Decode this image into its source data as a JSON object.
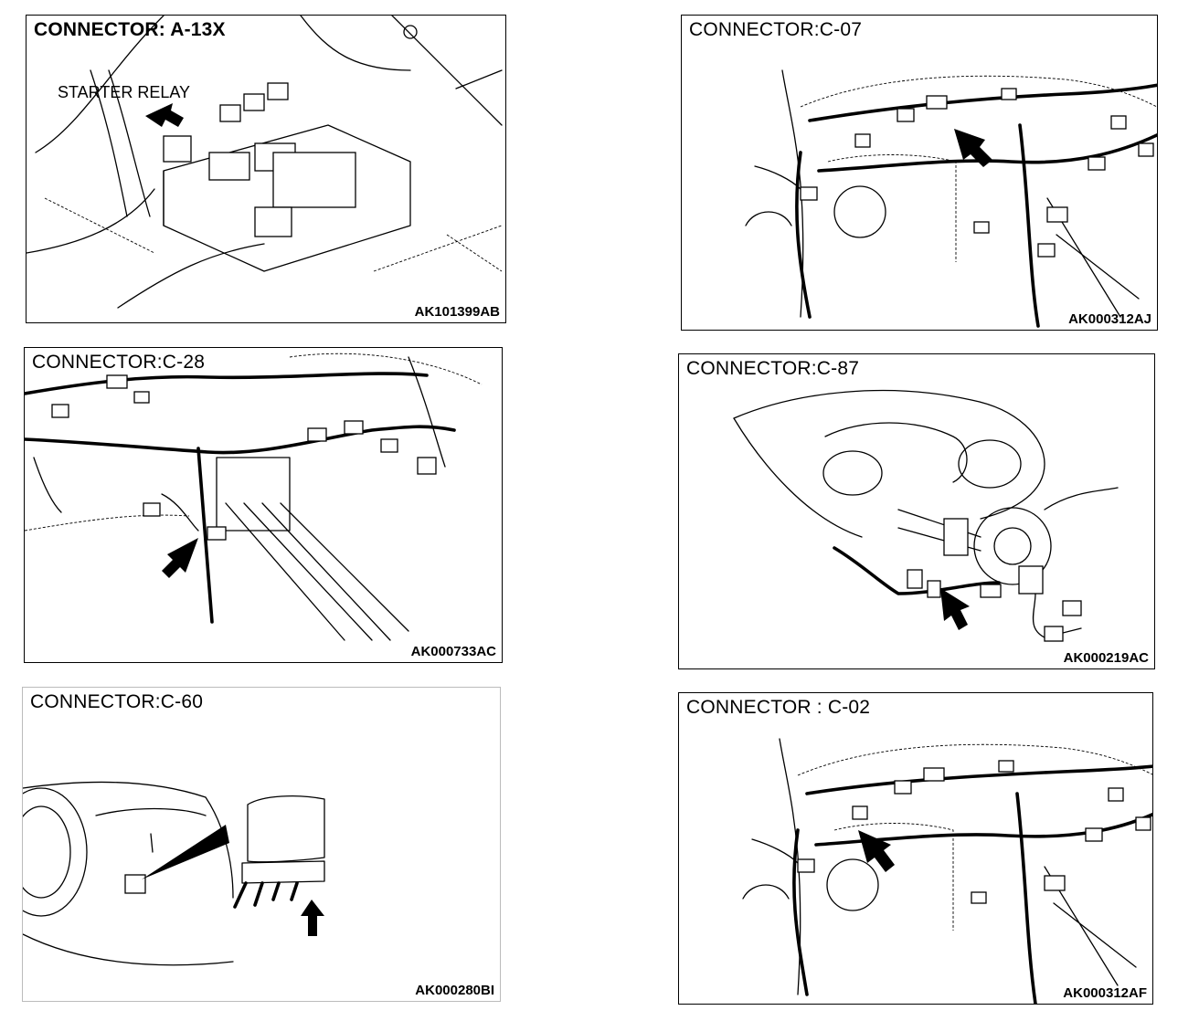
{
  "panels": [
    {
      "title": "CONNECTOR: A-13X",
      "code": "AK101399AB",
      "label": "STARTER RELAY"
    },
    {
      "title": "CONNECTOR:C-07",
      "code": "AK000312AJ"
    },
    {
      "title": "CONNECTOR:C-28",
      "code": "AK000733AC"
    },
    {
      "title": "CONNECTOR:C-87",
      "code": "AK000219AC"
    },
    {
      "title": "CONNECTOR:C-60",
      "code": "AK000280BI"
    },
    {
      "title": "CONNECTOR : C-02",
      "code": "AK000312AF"
    }
  ]
}
